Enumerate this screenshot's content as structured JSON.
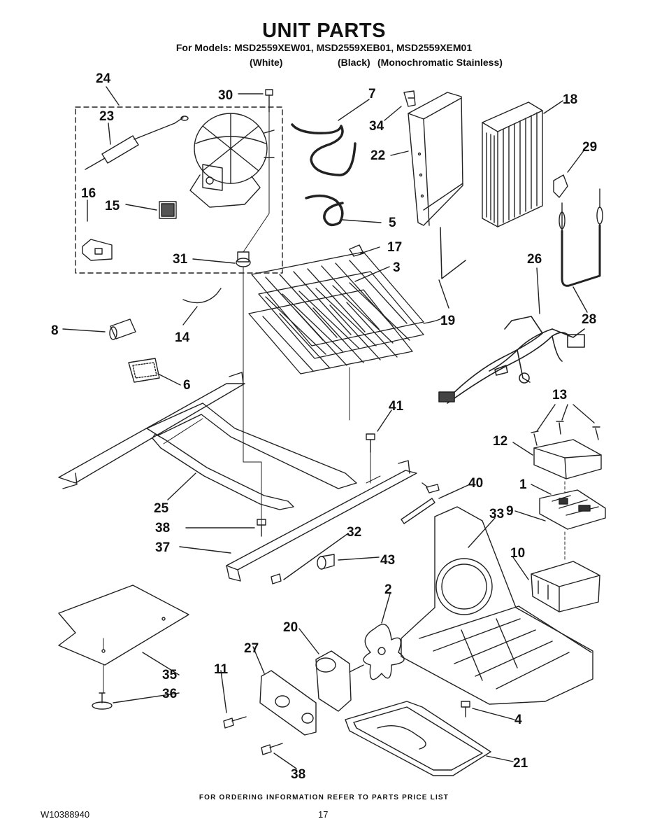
{
  "header": {
    "title": "UNIT PARTS",
    "models_line": "For Models: MSD2559XEW01, MSD2559XEB01, MSD2559XEM01",
    "variants": [
      "(White)",
      "(Black)",
      "(Monochromatic Stainless)"
    ]
  },
  "callouts": [
    "24",
    "23",
    "16",
    "15",
    "30",
    "31",
    "7",
    "34",
    "22",
    "18",
    "29",
    "5",
    "17",
    "3",
    "19",
    "26",
    "28",
    "8",
    "14",
    "6",
    "13",
    "12",
    "41",
    "1",
    "9",
    "40",
    "25",
    "38",
    "32",
    "37",
    "33",
    "43",
    "10",
    "2",
    "20",
    "27",
    "11",
    "35",
    "36",
    "4",
    "21",
    "38"
  ],
  "footer": {
    "note": "FOR ORDERING INFORMATION REFER TO PARTS PRICE LIST",
    "doc_id": "W10388940",
    "page": "17"
  }
}
